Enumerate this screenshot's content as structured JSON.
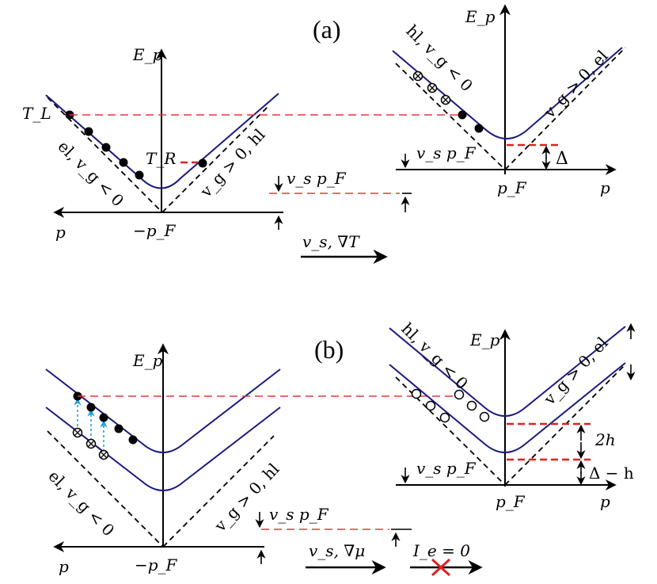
{
  "panel_a": {
    "tag": "(a)",
    "energy_axis": "E_p",
    "momentum_axis": "p",
    "left_fermi": "−p_F",
    "right_fermi": "p_F",
    "temp_left": "T_L",
    "temp_right": "T_R",
    "branch_el_left": "el, v_g < 0",
    "branch_hl_left": "v_g > 0, hl",
    "branch_hl_right": "hl, v_g < 0",
    "branch_el_right": "v_g > 0, el",
    "shift": "v_s p_F",
    "gap": "Δ",
    "drive": "v_s, ∇T"
  },
  "panel_b": {
    "tag": "(b)",
    "energy_axis": "E_p",
    "momentum_axis": "p",
    "left_fermi": "−p_F",
    "right_fermi": "p_F",
    "branch_el_left": "el, v_g < 0",
    "branch_hl_left": "v_g > 0, hl",
    "branch_hl_right": "hl, v_g < 0",
    "branch_el_right": "v_g > 0, el",
    "shift": "v_s p_F",
    "splitting": "2h",
    "reduced_gap": "Δ − h",
    "drive": "v_s, ∇μ",
    "current": "I_e = 0"
  },
  "colors": {
    "band": "#1a1a80",
    "fermi_dash": "#e23a3a",
    "transition": "#1aa3e6",
    "cross": "#e02020"
  },
  "icons": [
    "filled-electron-dot",
    "crossed-hole-circle",
    "open-hole-circle",
    "up-arrow",
    "down-arrow"
  ]
}
